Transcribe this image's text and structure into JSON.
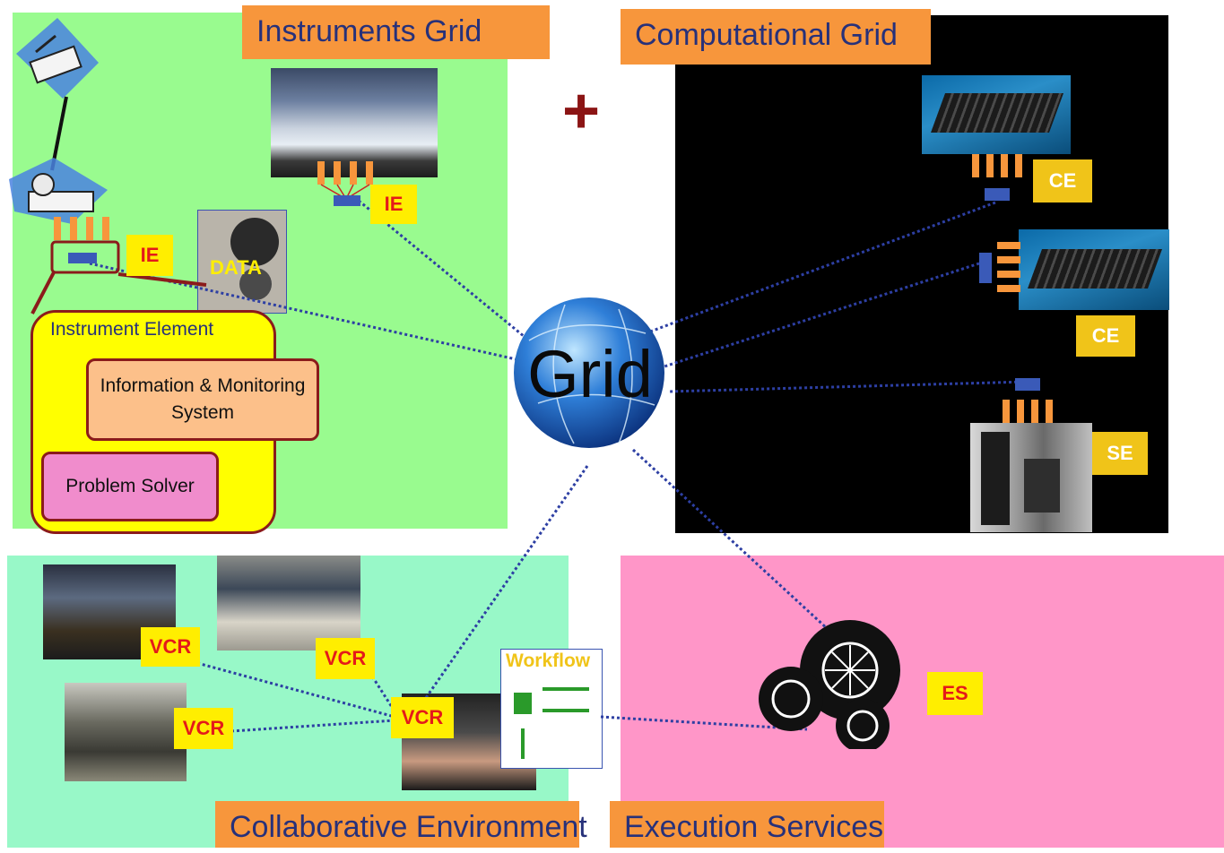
{
  "regions": {
    "instruments": {
      "title": "Instruments Grid"
    },
    "computational": {
      "title": "Computational Grid"
    },
    "collaborative": {
      "title": "Collaborative Environment"
    },
    "execution": {
      "title": "Execution Services"
    }
  },
  "center": {
    "label": "Grid",
    "plus": "+"
  },
  "instrument_element": {
    "title": "Instrument Element",
    "info_system": "Information & Monitoring System",
    "problem_solver": "Problem Solver"
  },
  "tags": {
    "ie_mountain": "IE",
    "ie_satellite": "IE",
    "data": "DATA",
    "ce_top": "CE",
    "ce_middle": "CE",
    "se": "SE",
    "vcr_1": "VCR",
    "vcr_2": "VCR",
    "vcr_3": "VCR",
    "vcr_4": "VCR",
    "workflow": "Workflow",
    "es": "ES"
  },
  "colors": {
    "instruments_bg": "#99fb8f",
    "computational_bg": "#000000",
    "collaborative_bg": "#98f8c8",
    "execution_bg": "#ff96c8",
    "title_tab": "#f7963c",
    "tag_yellow": "#ffee00",
    "tag_red_text": "#e41a1a",
    "connector": "#2d3fa3"
  },
  "icons": [
    "satellite-icon",
    "satellite-dish-icon",
    "gears-icon",
    "grid-globe-icon"
  ]
}
